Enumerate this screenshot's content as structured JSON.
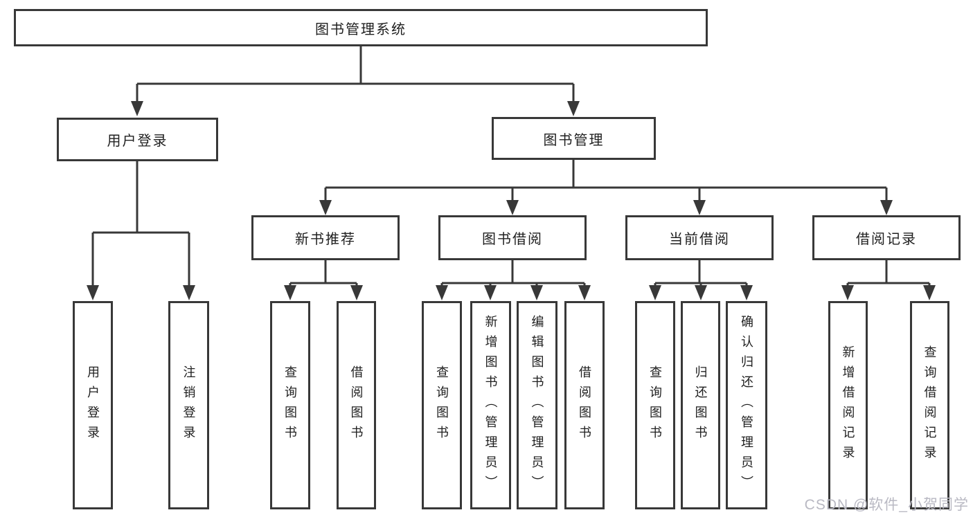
{
  "tree": {
    "root": "图书管理系统",
    "level2": [
      {
        "label": "用户登录",
        "children": [
          "用户登录",
          "注销登录"
        ]
      },
      {
        "label": "图书管理",
        "groups": [
          {
            "label": "新书推荐",
            "children": [
              "查询图书",
              "借阅图书"
            ]
          },
          {
            "label": "图书借阅",
            "children": [
              "查询图书",
              "新增图书（管理员）",
              "编辑图书（管理员）",
              "借阅图书"
            ]
          },
          {
            "label": "当前借阅",
            "children": [
              "查询图书",
              "归还图书",
              "确认归还（管理员）"
            ]
          },
          {
            "label": "借阅记录",
            "children": [
              "新增借阅记录",
              "查询借阅记录"
            ]
          }
        ]
      }
    ]
  },
  "watermark": "CSDN @软件_小贺同学",
  "colors": {
    "line": "#383838",
    "text": "#1f1f1f",
    "watermark": "#b9b9c3",
    "background": "#ffffff"
  }
}
